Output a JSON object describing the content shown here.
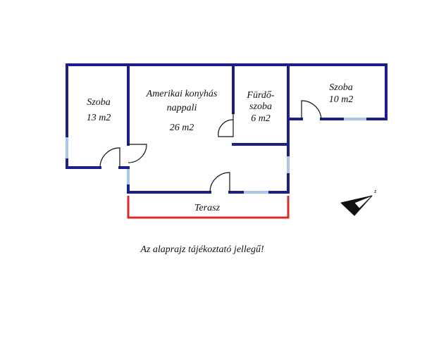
{
  "colors": {
    "wall": "#1a1f8c",
    "window": "#a9c8e6",
    "terrace": "#d82a2a",
    "door": "#111111"
  },
  "rooms": {
    "szoba_left": {
      "line1": "Szoba",
      "line2": "13 m2"
    },
    "living": {
      "line1": "Amerikai konyhás",
      "line2": "nappali",
      "line3": "26 m2"
    },
    "bathroom": {
      "line1": "Fürdő-",
      "line2": "szoba",
      "line3": "6 m2"
    },
    "szoba_right": {
      "line1": "Szoba",
      "line2": "10 m2"
    },
    "terrace": {
      "label": "Terasz"
    }
  },
  "note": "Az alaprajz tájékoztató jellegű!",
  "compass": {
    "icon": "north-arrow-icon",
    "label": "z"
  }
}
